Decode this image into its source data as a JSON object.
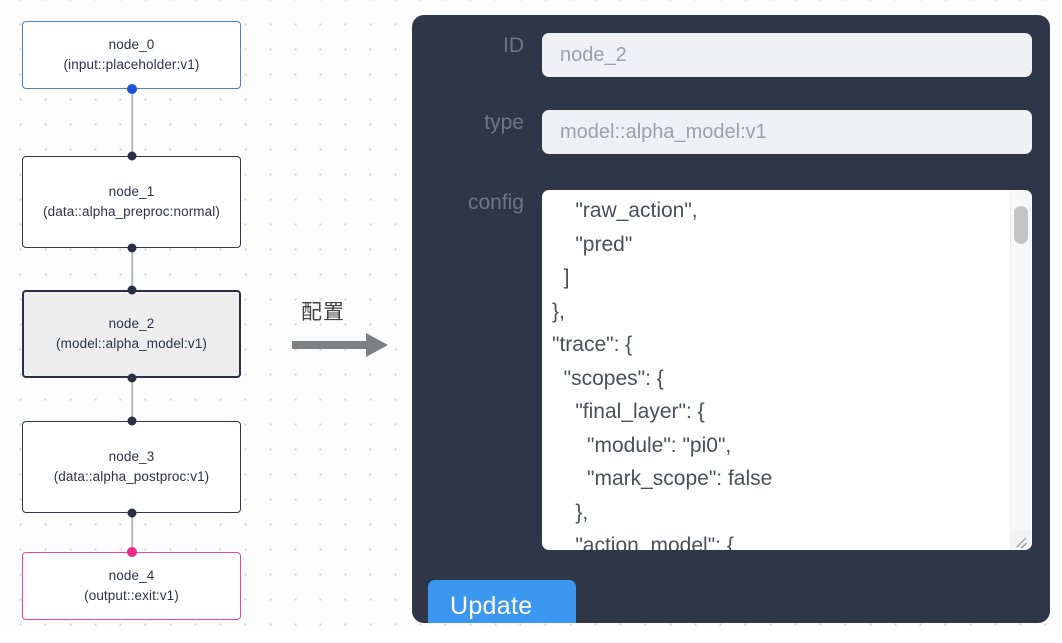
{
  "graph": {
    "nodes": [
      {
        "id": "node_0",
        "subtitle": "(input::placeholder:v1)",
        "kind": "input"
      },
      {
        "id": "node_1",
        "subtitle": "(data::alpha_preproc:normal)",
        "kind": "default"
      },
      {
        "id": "node_2",
        "subtitle": "(model::alpha_model:v1)",
        "kind": "selected"
      },
      {
        "id": "node_3",
        "subtitle": "(data::alpha_postproc:v1)",
        "kind": "default"
      },
      {
        "id": "node_4",
        "subtitle": "(output::exit:v1)",
        "kind": "output"
      }
    ],
    "colors": {
      "input_border": "#4d7fd1",
      "output_border": "#e3479a",
      "default_border": "#33374d",
      "selected_fill": "#eeeeee",
      "handle": "#2b2f44",
      "handle_input": "#1c52d6",
      "handle_output": "#ec2d86",
      "edge": "#b6b8bd"
    }
  },
  "annotation": {
    "text": "配置",
    "arrow_icon": "right-arrow-icon",
    "color": "#434343"
  },
  "panel": {
    "background": "#2d3748",
    "fields": {
      "id": {
        "label": "ID",
        "value": "node_2"
      },
      "type": {
        "label": "type",
        "value": "model::alpha_model:v1"
      },
      "config": {
        "label": "config",
        "value": "    \"raw_action\",\n    \"pred\"\n  ]\n},\n\"trace\": {\n  \"scopes\": {\n    \"final_layer\": {\n      \"module\": \"pi0\",\n      \"mark_scope\": false\n    },\n    \"action_model\": {"
      }
    },
    "update_button": {
      "label": "Update",
      "color": "#3b97f0"
    }
  }
}
